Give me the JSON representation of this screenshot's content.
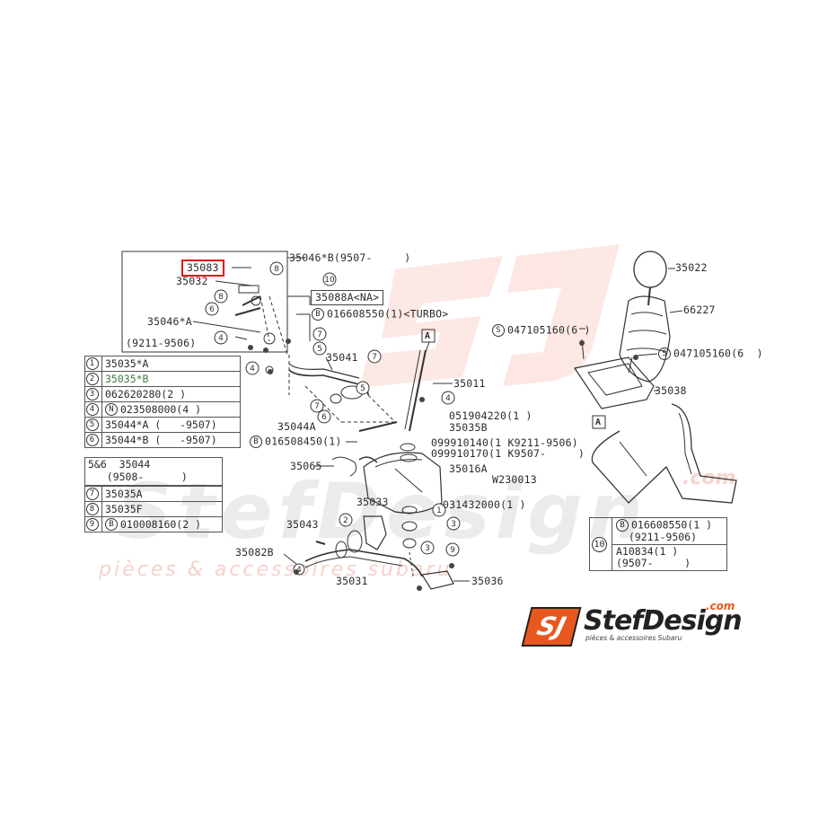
{
  "watermark": {
    "main": "StefDesign",
    "tagline": "pièces & accessoires subaru",
    "com": ".com"
  },
  "logo": {
    "mark": "SJ",
    "word": "StefDesign",
    "com": ".com",
    "tagline": "pièces & accessoires Subaru"
  },
  "callouts": {
    "p35046B": "35046*B(9507-     )",
    "p35083": "35083",
    "p35032": "35032",
    "p35088A": "35088A<NA>",
    "p016608550_turbo": "016608550(1)<TURBO>",
    "p35046A": "35046*A",
    "range_9211_9506": "(9211-9506)",
    "p35041": "35041",
    "p35011": "35011",
    "p35044A": "35044A",
    "p016508450": "016508450(1)",
    "p051904220": "051904220(1 )",
    "p35035B": "35035B",
    "p099910140": "099910140(1 K9211-9506)",
    "p099910170": "099910170(1 K9507-     )",
    "p35065": "35065",
    "p35016A": "35016A",
    "pW230013": "W230013",
    "p35033": "35033",
    "p031432000": "031432000(1 )",
    "p35043": "35043",
    "p35082B": "35082B",
    "p35031": "35031",
    "p35036": "35036",
    "p35022": "35022",
    "p66227": "66227",
    "p047105160_a": "047105160(6 )",
    "p047105160_b": "047105160(6  )",
    "p35038": "35038",
    "ref_A": "A"
  },
  "circle_marks": {
    "c1": "1",
    "c2": "2",
    "c3": "3",
    "c4": "4",
    "c5": "5",
    "c6": "6",
    "c7": "7",
    "c8": "8",
    "c9": "9",
    "c10": "10",
    "B": "B",
    "S": "S",
    "N": "N"
  },
  "legend": [
    {
      "num": "1",
      "text": "35035*A"
    },
    {
      "num": "2",
      "text": "35035*B"
    },
    {
      "num": "3",
      "text": "062620280(2 )"
    },
    {
      "num": "4",
      "prefix": "N",
      "text": "023508000(4 )"
    },
    {
      "num": "5",
      "text": "35044*A (   -9507)"
    },
    {
      "num": "6",
      "text": "35044*B (   -9507)"
    }
  ],
  "legend_56": {
    "label": "5&6",
    "line1": "35044",
    "line2": "(9508-      )"
  },
  "legend_b": [
    {
      "num": "7",
      "text": "35035A"
    },
    {
      "num": "8",
      "text": "35035F"
    },
    {
      "num": "9",
      "prefix": "B",
      "text": "010008160(2 )"
    }
  ],
  "infobox": {
    "num": "10",
    "row1a": "016608550(1 )",
    "row1b": "(9211-9506)",
    "row2a": "A10834(1 )",
    "row2b": "(9507-     )"
  }
}
